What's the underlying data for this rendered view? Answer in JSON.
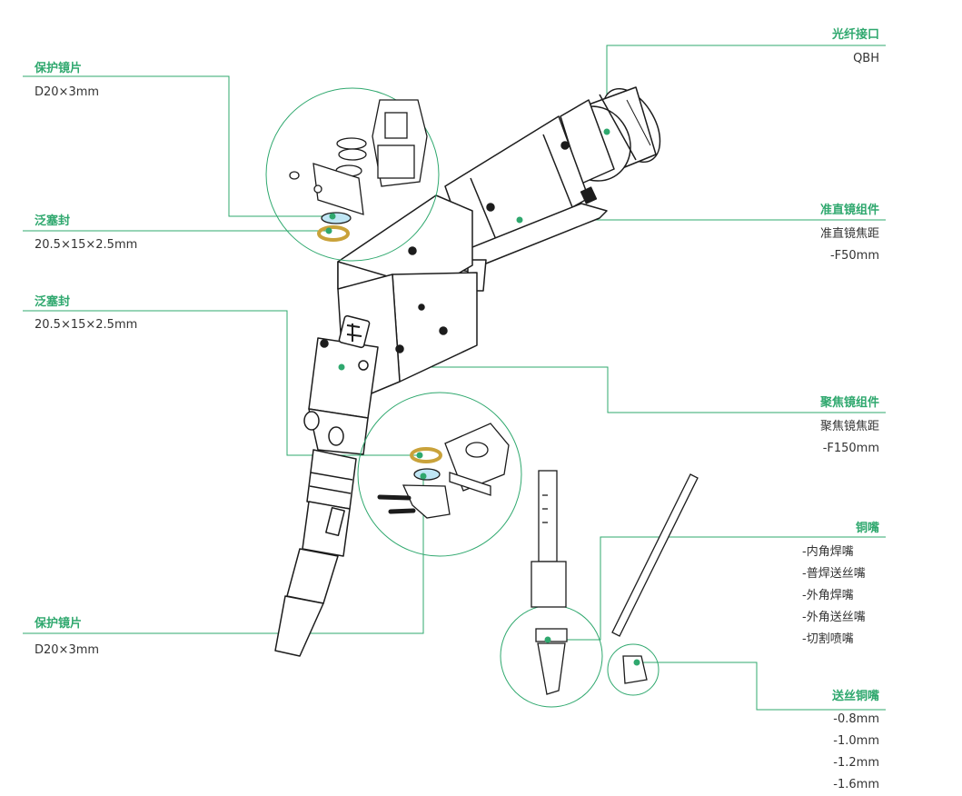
{
  "colors": {
    "accent": "#2fa86e",
    "text": "#333333",
    "line": "#1c1c1c",
    "seal": "#c9a23a",
    "lens": "#bfe6f4"
  },
  "labels": {
    "fiber": {
      "title": "光纤接口",
      "value": "QBH"
    },
    "protect_top": {
      "title": "保护镜片",
      "value": "D20×3mm"
    },
    "seal_top": {
      "title": "泛塞封",
      "value": "20.5×15×2.5mm"
    },
    "seal_mid": {
      "title": "泛塞封",
      "value": "20.5×15×2.5mm"
    },
    "collimate": {
      "title": "准直镜组件",
      "lines": [
        "准直镜焦距",
        "-F50mm"
      ]
    },
    "focus": {
      "title": "聚焦镜组件",
      "lines": [
        "聚焦镜焦距",
        "-F150mm"
      ]
    },
    "protect_bottom": {
      "title": "保护镜片",
      "value": "D20×3mm"
    },
    "nozzle": {
      "title": "铜嘴",
      "lines": [
        "-内角焊嘴",
        "-普焊送丝嘴",
        "-外角焊嘴",
        "-外角送丝嘴",
        "-切割喷嘴"
      ]
    },
    "wire_nozzle": {
      "title": "送丝铜嘴",
      "lines": [
        "-0.8mm",
        "-1.0mm",
        "-1.2mm",
        "-1.6mm"
      ]
    }
  },
  "icons": [
    "brand-logo-icon"
  ]
}
